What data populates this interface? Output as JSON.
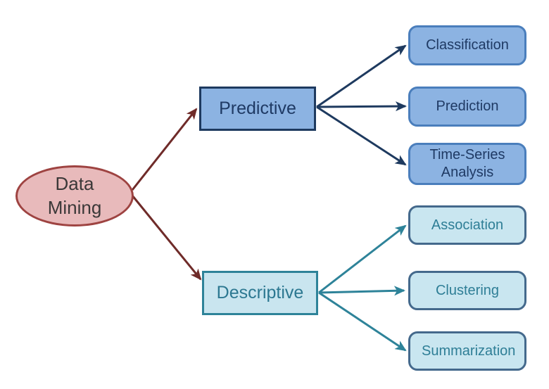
{
  "diagram": {
    "title": "Data Mining taxonomy diagram",
    "root": {
      "label": "Data Mining",
      "shape": "ellipse"
    },
    "branches": [
      {
        "label": "Predictive",
        "shape": "rectangle",
        "children": [
          "Classification",
          "Prediction",
          "Time-Series Analysis"
        ]
      },
      {
        "label": "Descriptive",
        "shape": "rectangle",
        "children": [
          "Association",
          "Clustering",
          "Summarization"
        ]
      }
    ],
    "colors": {
      "root_fill": "#e8babb",
      "root_border": "#9e4341",
      "root_text": "#3b3838",
      "root_arrows": "#6f2b29",
      "predictive_fill": "#8cb3e2",
      "predictive_border": "#1e3a5f",
      "predictive_child_border": "#4a7ebc",
      "predictive_text": "#1f3a64",
      "predictive_arrows": "#1e3a5f",
      "descriptive_fill": "#c9e5ef",
      "descriptive_border": "#2e8399",
      "descriptive_child_fill": "#c9e6f0",
      "descriptive_child_border": "#44698c",
      "descriptive_text": "#2c7891",
      "descriptive_arrows": "#2e8399",
      "background": "#ffffff"
    }
  }
}
